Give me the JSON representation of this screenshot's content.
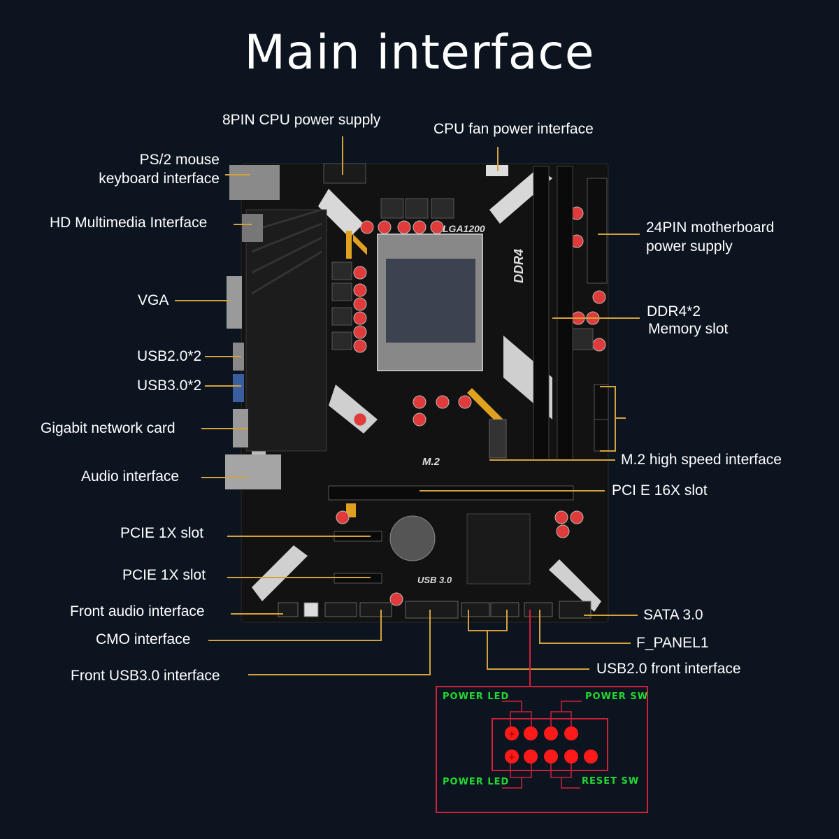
{
  "title": "Main interface",
  "board": {
    "socket_label": "LGA1200",
    "memory_label": "DDR4",
    "m2_label": "M.2",
    "usb_label": "USB 3.0"
  },
  "labels_left": {
    "ps2_line1": "PS/2 mouse",
    "ps2_line2": "keyboard interface",
    "hdmi": "HD Multimedia Interface",
    "vga": "VGA",
    "usb2": "USB2.0*2",
    "usb3": "USB3.0*2",
    "lan": "Gigabit network card",
    "audio": "Audio interface",
    "pcie1": "PCIE 1X slot",
    "pcie2": "PCIE 1X slot",
    "front_audio": "Front audio interface",
    "cmo": "CMO interface",
    "front_usb3": "Front USB3.0 interface"
  },
  "labels_top": {
    "cpu_power": "8PIN CPU power supply",
    "cpu_fan": "CPU fan power interface"
  },
  "labels_right": {
    "atx_line1": "24PIN motherboard",
    "atx_line2": "power supply",
    "ddr_line1": "DDR4*2",
    "ddr_line2": "Memory slot",
    "m2": "M.2 high speed interface",
    "pcie16": "PCI E 16X slot",
    "sata": "SATA 3.0",
    "fpanel": "F_PANEL1",
    "usb2_front": "USB2.0 front interface"
  },
  "fpanel_diagram": {
    "top_left": "POWER LED",
    "top_right": "POWER SW",
    "bottom_left": "POWER LED",
    "bottom_right": "RESET SW",
    "plus": "+"
  },
  "colors": {
    "background": "#0c1420",
    "leader": "#d4a23c",
    "pin": "#ff1a1a",
    "frame": "#d0203a",
    "pin_label": "#22d832"
  }
}
